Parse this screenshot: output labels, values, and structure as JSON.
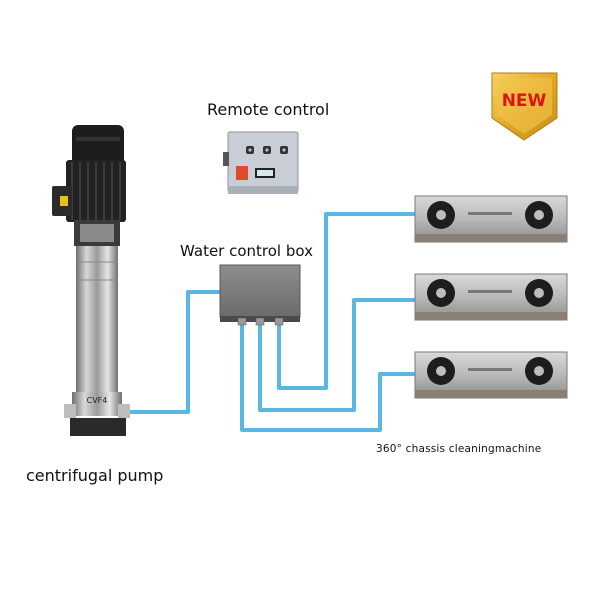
{
  "labels": {
    "remote_control": "Remote control",
    "water_control_box": "Water control box",
    "centrifugal_pump": "centrifugal pump",
    "chassis_machine": "360° chassis cleaningmachine"
  },
  "badge": {
    "text": "NEW",
    "color": "#d9151b",
    "gold": "#e8b431"
  },
  "pump_nameplate": "CVF4",
  "pipe_color": "#5ab7e4",
  "icons": {
    "pump": "centrifugal-pump-icon",
    "remote": "remote-control-panel-icon",
    "box": "water-control-box-icon",
    "machine": "chassis-cleaner-icon"
  }
}
